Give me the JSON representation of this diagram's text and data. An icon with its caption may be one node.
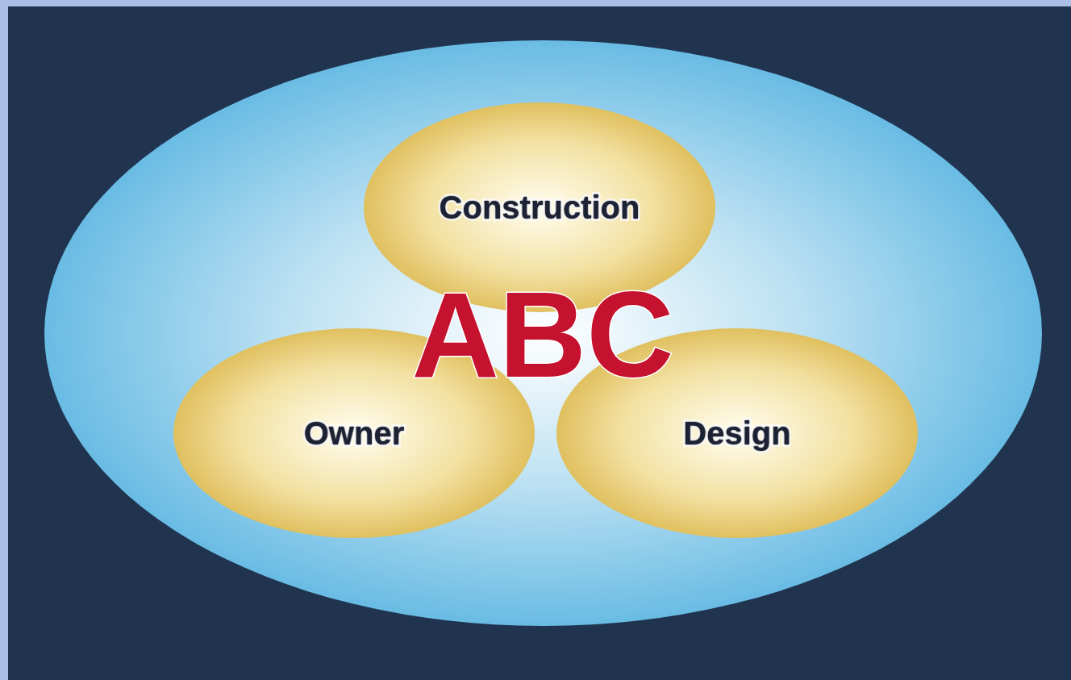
{
  "diagram": {
    "nodes": [
      {
        "text": [
          "ABC"
        ]
      },
      {
        "text": [
          "Construction"
        ],
        "in": 0
      },
      {
        "text": [
          "Owner"
        ],
        "in": 0
      },
      {
        "text": [
          "Design"
        ],
        "in": 0
      }
    ]
  }
}
